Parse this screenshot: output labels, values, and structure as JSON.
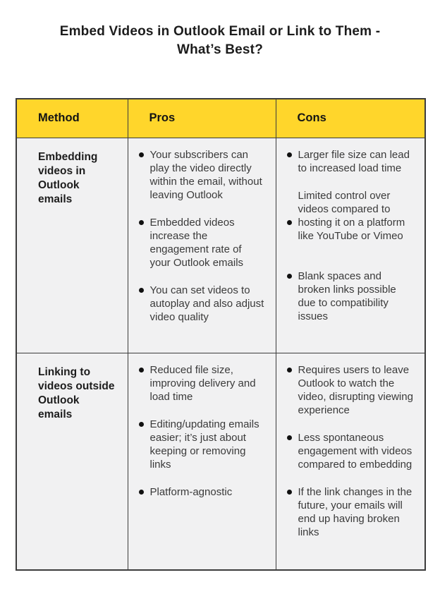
{
  "title": "Embed Videos in Outlook Email or Link to Them - What’s Best?",
  "table": {
    "headers": [
      "Method",
      "Pros",
      "Cons"
    ],
    "rows": [
      {
        "method": "Embedding videos in Outlook emails",
        "pros": [
          {
            "text": "Your subscribers can play the video directly within the email, without leaving Outlook"
          },
          {
            "text": "Embedded videos increase the engagement rate of your Outlook emails"
          },
          {
            "text": "You can set videos to autoplay and also adjust video quality"
          }
        ],
        "cons": [
          {
            "text": "Larger file size can lead to increased load time"
          },
          {
            "text": "Limited control over videos compared to hosting it on a platform like YouTube or Vimeo",
            "bullet_offset_lines": 2
          },
          {
            "text": "Blank spaces and broken links possible due to compatibility issues",
            "spacing_before_lines": 2
          }
        ]
      },
      {
        "method": "Linking to videos outside Outlook emails",
        "pros": [
          {
            "text": "Reduced file size, improving delivery and load time"
          },
          {
            "text": "Editing/updating emails easier; it’s just about keeping or removing links"
          },
          {
            "text": "Platform-agnostic"
          }
        ],
        "cons": [
          {
            "text": "Requires users to leave Outlook to watch the video, disrupting viewing experience"
          },
          {
            "text": "Less spontaneous engagement with videos compared to embedding"
          },
          {
            "text": "If the link changes in the future, your emails will end up having broken links"
          }
        ]
      }
    ]
  },
  "colors": {
    "header_bg": "#FFD62B",
    "cell_bg": "#F1F1F2",
    "border": "#3C3C3C",
    "title_text": "#1C1C1C",
    "body_text": "#3A3A3A"
  }
}
